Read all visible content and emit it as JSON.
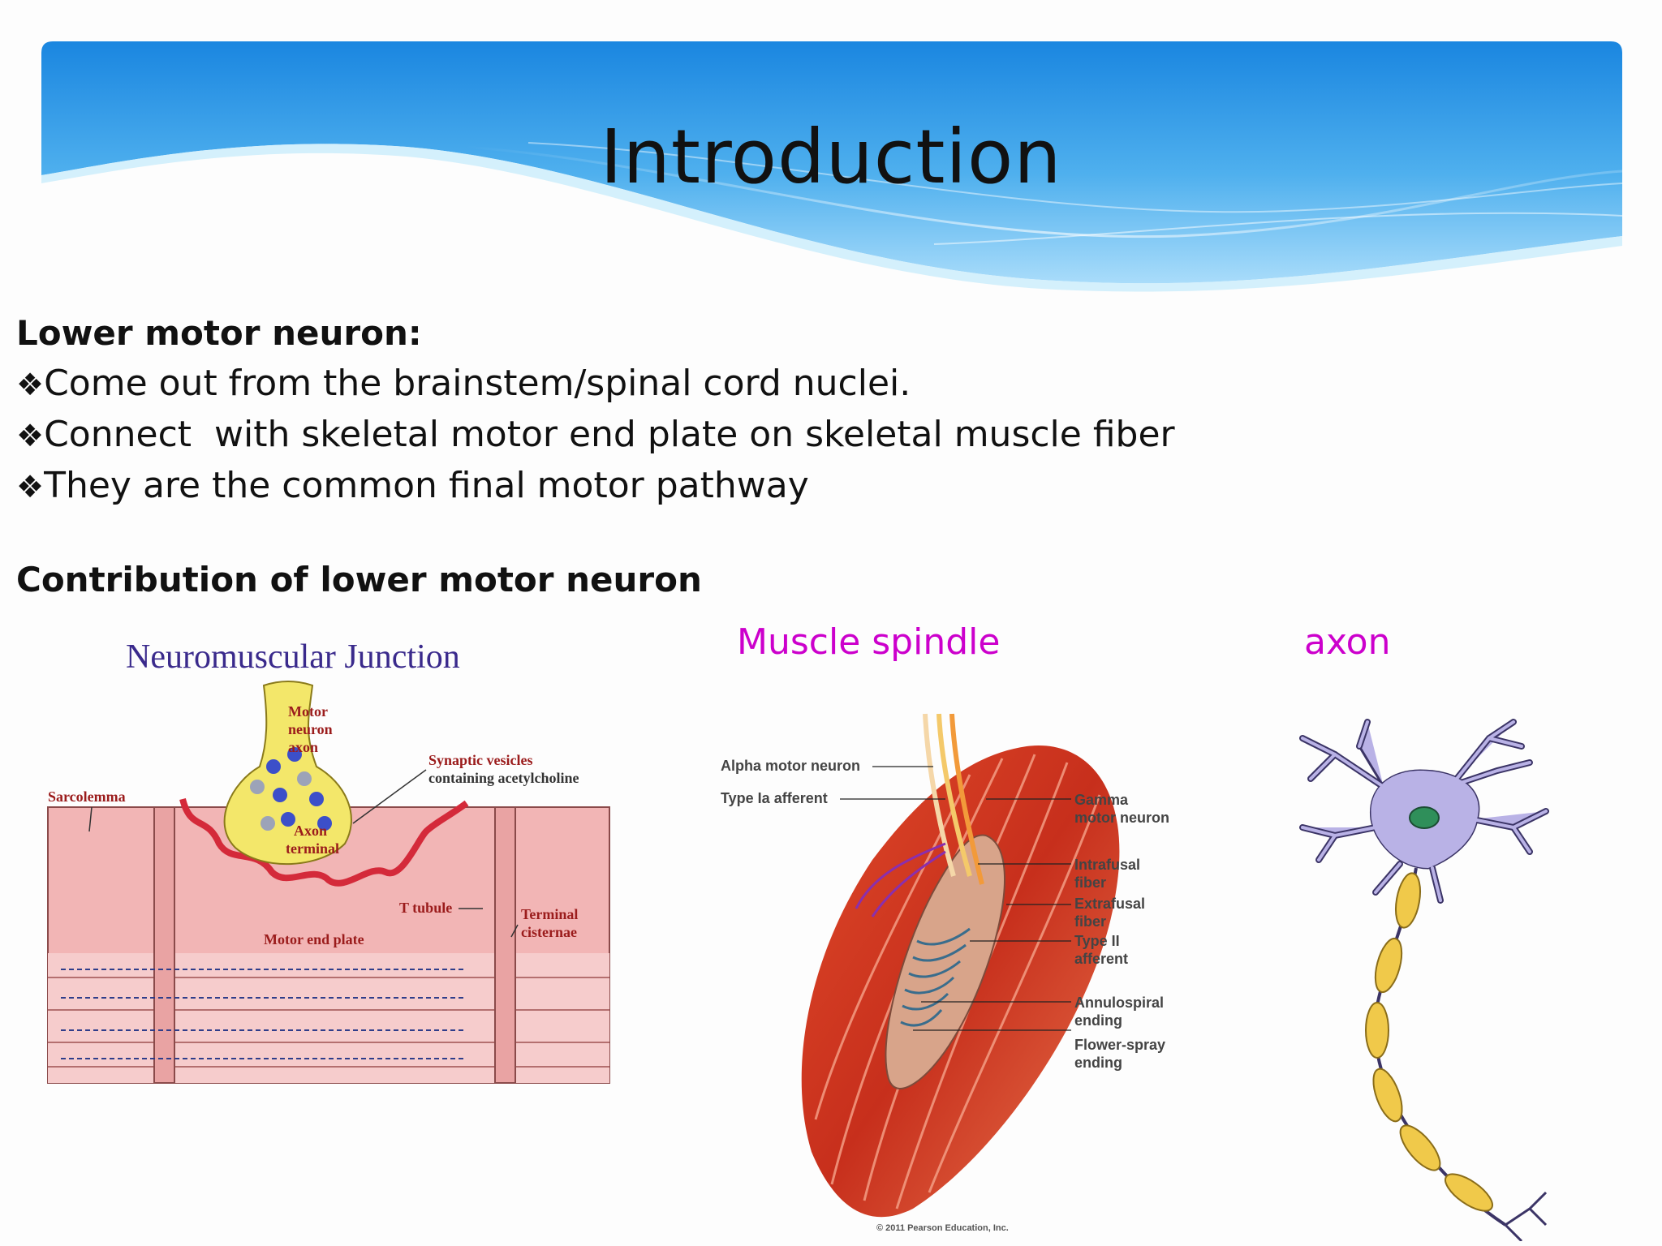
{
  "slide": {
    "title": "Introduction"
  },
  "section1": {
    "heading": "Lower motor neuron:",
    "bullets": [
      "Come out from the brainstem/spinal cord nuclei.",
      "Connect  with skeletal motor end plate on skeletal muscle fiber",
      "They are the common final motor pathway"
    ],
    "bullet_mark": "❖"
  },
  "section2": {
    "heading": "Contribution of lower motor neuron"
  },
  "figures": {
    "nmj": {
      "title": "Neuromuscular Junction",
      "labels": {
        "motor": "Motor",
        "neuron": "neuron",
        "axon": "axon",
        "synaptic": "Synaptic vesicles",
        "containing": "containing acetylcholine",
        "sarcolemma": "Sarcolemma",
        "axon_t": "Axon",
        "terminal": "terminal",
        "ttubule": "T tubule",
        "terminal2": "Terminal",
        "cisternae": "cisternae",
        "endplate": "Motor end plate"
      }
    },
    "spindle": {
      "caption": "Muscle spindle",
      "labels": {
        "alpha": "Alpha motor neuron",
        "typeia": "Type Ia afferent",
        "gamma1": "Gamma",
        "gamma2": "motor neuron",
        "intra1": "Intrafusal",
        "intra2": "fiber",
        "extra1": "Extrafusal",
        "extra2": "fiber",
        "type2a": "Type II",
        "type2b": "afferent",
        "annulo1": "Annulospiral",
        "annulo2": "ending",
        "flower1": "Flower-spray",
        "flower2": "ending",
        "copyright": "© 2011 Pearson Education, Inc."
      }
    },
    "neuron": {
      "caption": "axon"
    }
  },
  "colors": {
    "banner_top": "#1e90e6",
    "banner_bottom": "#8fd2f8",
    "caption": "#cc00cc",
    "nmj_title": "#3a2a8c",
    "nmj_label": "#9b1c1c",
    "neuron_body": "#b9b2e6",
    "myelin": "#f0c94a"
  }
}
